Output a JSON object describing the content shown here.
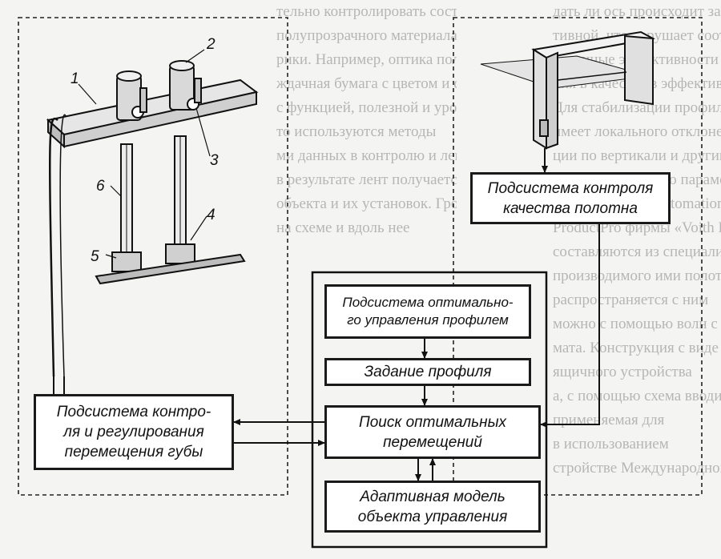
{
  "background_text": {
    "top_lines": [
      "тельно контролировать состояние ф",
      "полупрозрачного материала и прав",
      "рики. Например, оптика полотна мож",
      "ждачная бумага с цветом и с ее",
      "с функцией, полезной и уровень",
      "то используются методы",
      "ми данных в контролю и лент",
      "в результате лент получается",
      "объекта и их установок. Гро",
      "на схеме и вдоль нее"
    ],
    "right_lines": [
      "дать ли ось происходит за счет",
      "тивной, что нарушает соотноше",
      "рованные эффективности кру",
      "ния в качестве в эффективности",
      "",
      "Для стабилизации профиля весовой",
      "имеет локального отклонения кон",
      "ции по вертикали и другим",
      "системой линии по параметрам",
      "фирма «Valmet Automation» систе",
      "ProductPro фирмы «Voith Paper",
      "",
      "составляются из специализированных",
      "производимого ими полотна",
      "распространяется с ним",
      "можно с помощью волн с реализа",
      "мата. Конструкция с виде",
      "ящичного устройства",
      "а, с помощью схема вводится",
      "применяемая для",
      "в использованием",
      "стройстве Международной"
    ]
  },
  "labels": {
    "numbers": [
      "1",
      "2",
      "3",
      "4",
      "5",
      "6"
    ]
  },
  "boxes": {
    "quality": "Подсистема контроля\nкачества полотна",
    "lip": "Подсистема контро-\nля и регулирования\nперемещения губы",
    "opt_outer_title": "Подсистема оптимально-\nго управления профилем",
    "profile": "Задание профиля",
    "search": "Поиск оптимальных\nперемещений",
    "model": "Адаптивная модель\nобъекта управления"
  }
}
